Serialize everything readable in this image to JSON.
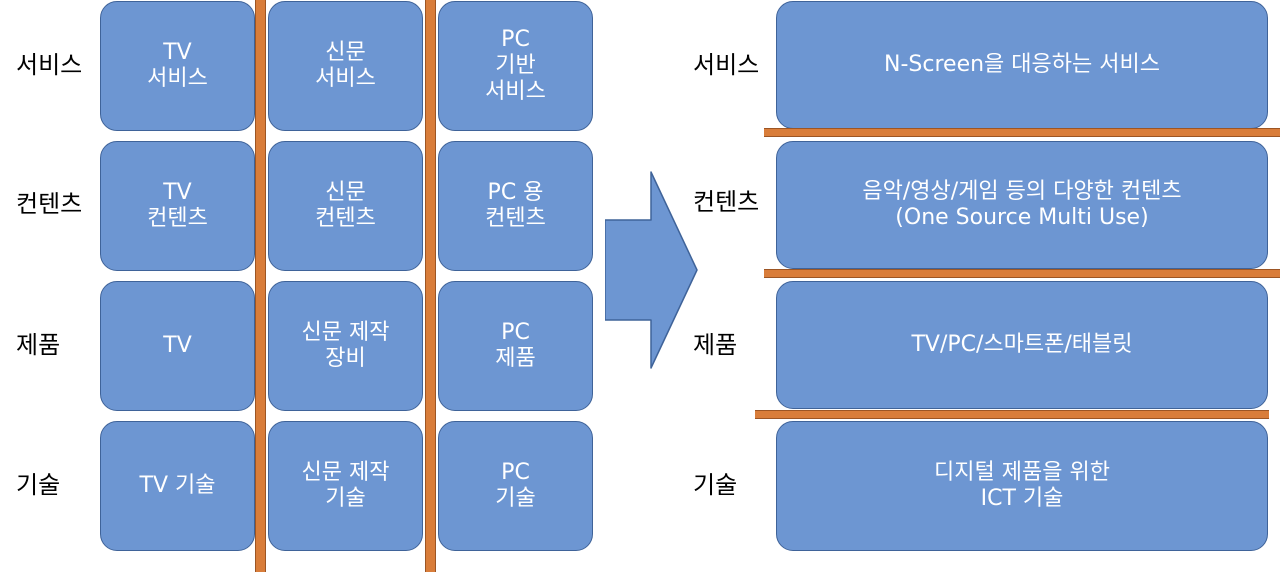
{
  "left": {
    "row_labels": [
      "서비스",
      "컨텐츠",
      "제품",
      "기술"
    ],
    "columns": [
      {
        "cells": [
          "TV\n서비스",
          "TV\n컨텐츠",
          "TV",
          "TV 기술"
        ]
      },
      {
        "cells": [
          "신문\n서비스",
          "신문\n컨텐츠",
          "신문 제작\n장비",
          "신문 제작\n기술"
        ]
      },
      {
        "cells": [
          "PC\n기반\n서비스",
          "PC 용\n컨텐츠",
          "PC\n제품",
          "PC\n기술"
        ]
      }
    ]
  },
  "right": {
    "row_labels": [
      "서비스",
      "컨텐츠",
      "제품",
      "기술"
    ],
    "cells": [
      "N-Screen을 대응하는 서비스",
      "음악/영상/게임 등의 다양한 컨텐츠\n(One Source Multi Use)",
      "TV/PC/스마트폰/태블릿",
      "디지털 제품을 위한\nICT 기술"
    ]
  },
  "colors": {
    "box_fill": "#6d96d2",
    "box_border": "#3f6399",
    "bar": "#d97d3a",
    "arrow": "#6d96d2"
  }
}
